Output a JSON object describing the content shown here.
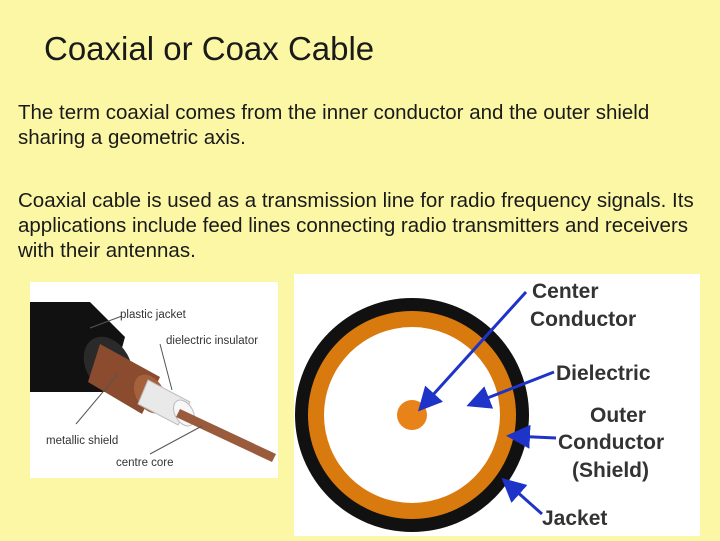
{
  "slide": {
    "title": "Coaxial or Coax Cable",
    "paragraph1": "The term coaxial comes from the inner conductor and the outer shield sharing a geometric axis.",
    "paragraph2": "Coaxial cable is used as a transmission line for radio frequency signals. Its applications include feed lines connecting radio transmitters and receivers with their antennas."
  },
  "cable_side_view": {
    "labels": {
      "jacket": "plastic jacket",
      "insulator": "dielectric insulator",
      "shield": "metallic shield",
      "core": "centre core"
    }
  },
  "cable_cross_section": {
    "labels": {
      "center": "Center",
      "conductor1": "Conductor",
      "dielectric": "Dielectric",
      "outer": "Outer",
      "conductor2": "Conductor",
      "shield": "(Shield)",
      "jacket": "Jacket"
    },
    "colors": {
      "jacket": "#111111",
      "outer_conductor": "#d97a0e",
      "dielectric": "#ffffff",
      "center_conductor": "#e8831a",
      "arrow": "#1e34c8"
    }
  }
}
